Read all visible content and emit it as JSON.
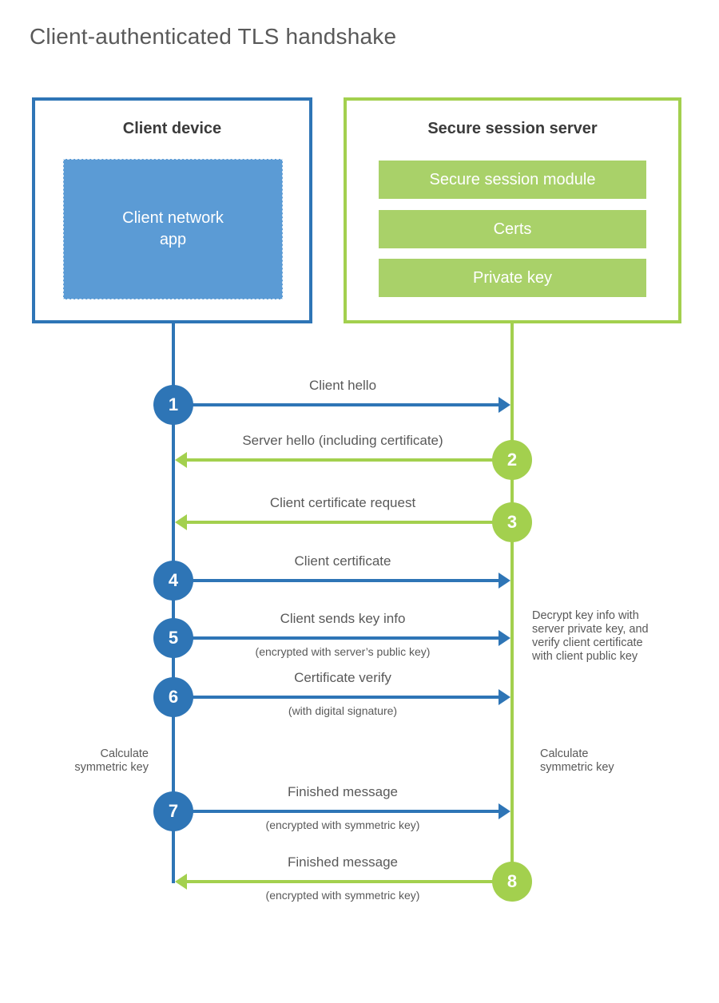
{
  "title": "Client-authenticated TLS handshake",
  "colors": {
    "blue_line": "#2e75b6",
    "blue_fill": "#5b9bd5",
    "green_line": "#a3d04e",
    "green_fill": "#a9d169",
    "text_gray": "#595959",
    "heading_dark": "#3b3b3b"
  },
  "client": {
    "title": "Client device",
    "app_label": "Client network app"
  },
  "server": {
    "title": "Secure session server",
    "modules": [
      "Secure session module",
      "Certs",
      "Private key"
    ]
  },
  "messages": [
    {
      "num": "1",
      "label": "Client hello",
      "direction": "right"
    },
    {
      "num": "2",
      "label": "Server hello (including certificate)",
      "direction": "left"
    },
    {
      "num": "3",
      "label": "Client certificate request",
      "direction": "left"
    },
    {
      "num": "4",
      "label": "Client certificate",
      "direction": "right"
    },
    {
      "num": "5",
      "label": "Client sends key info",
      "sub": "(encrypted with server’s public key)",
      "direction": "right"
    },
    {
      "num": "6",
      "label": "Certificate verify",
      "sub": "(with digital signature)",
      "direction": "right"
    },
    {
      "num": "7",
      "label": "Finished message",
      "sub": "(encrypted with symmetric key)",
      "direction": "right"
    },
    {
      "num": "8",
      "label": "Finished message",
      "sub": "(encrypted with symmetric key)",
      "direction": "left"
    }
  ],
  "notes": {
    "server_decrypt": "Decrypt key info with server private key, and verify client certificate with client public key",
    "client_calculate": "Calculate symmetric key",
    "server_calculate": "Calculate symmetric key"
  }
}
